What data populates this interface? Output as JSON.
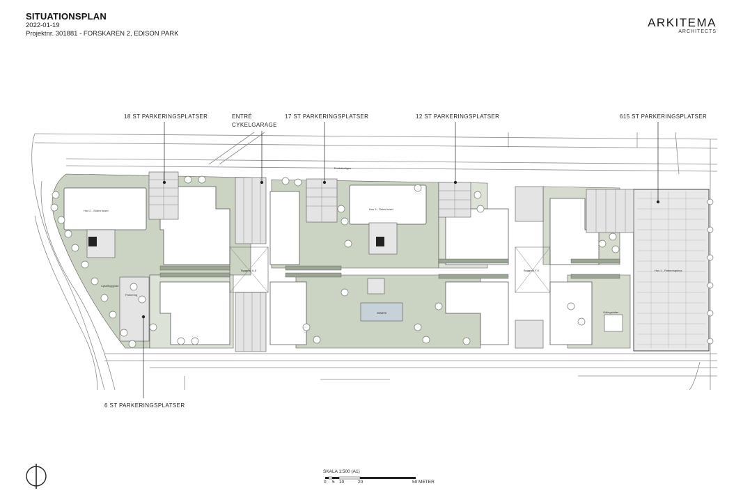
{
  "header": {
    "title": "SITUATIONSPLAN",
    "date": "2022-01-19",
    "project": "Projektnr. 301881 -  FORSKAREN 2, EDISON PARK"
  },
  "logo": {
    "main": "ARKITEMA",
    "sub": "ARCHITECTS"
  },
  "callouts": {
    "p18": "18 ST PARKERINGSPLATSER",
    "entre_line1": "ENTRÉ",
    "entre_line2": "CYKELGARAGE",
    "p17": "17 ST PARKERINGSPLATSER",
    "p12": "12 ST PARKERINGSPLATSER",
    "p615": "615 ST PARKERINGSPLATSER",
    "p6": "6 ST PARKERINGSPLATSER"
  },
  "plan_labels": {
    "street": "Emdalsvägen",
    "hus2": "Hus 2 - Södra huset",
    "hus3": "Hus 3 - Östra huset",
    "hus1": "Hus 1 - Parkeringshus",
    "byggrad_ae": "Byggrad A-E",
    "byggrad_fk": "Byggrad F-K",
    "parkering": "Parkering",
    "damm": "Damm",
    "cykelbyggnad": "Cykelbyggnad",
    "odlingslotter": "Odlingslotter"
  },
  "scale": {
    "label": "SKALA 1:500 (A1)",
    "t0": "0",
    "t5": "5",
    "t10": "10",
    "t20": "20",
    "t50": "50 METER"
  },
  "colors": {
    "green": "#cbd3c2",
    "green_dark": "#9aa593",
    "pavement": "#e6e6e6",
    "building": "#ffffff",
    "line": "#555555",
    "tree": "#6f7a6a"
  }
}
